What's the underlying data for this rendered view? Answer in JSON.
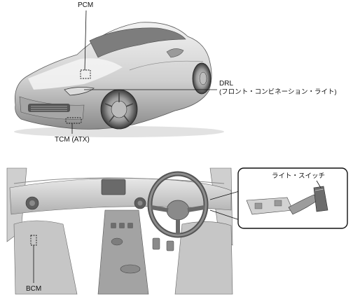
{
  "labels": {
    "pcm": "PCM",
    "drl_line1": "DRL",
    "drl_line2": "(フロント・コンビネーション・ライト)",
    "tcm": "TCM (ATX)",
    "bcm": "BCM",
    "light_switch": "ライト・スイッチ"
  },
  "colors": {
    "line": "#111111",
    "body_light": "#e6e6e6",
    "body_mid": "#b9b9b9",
    "body_dark": "#6e6e6e"
  }
}
